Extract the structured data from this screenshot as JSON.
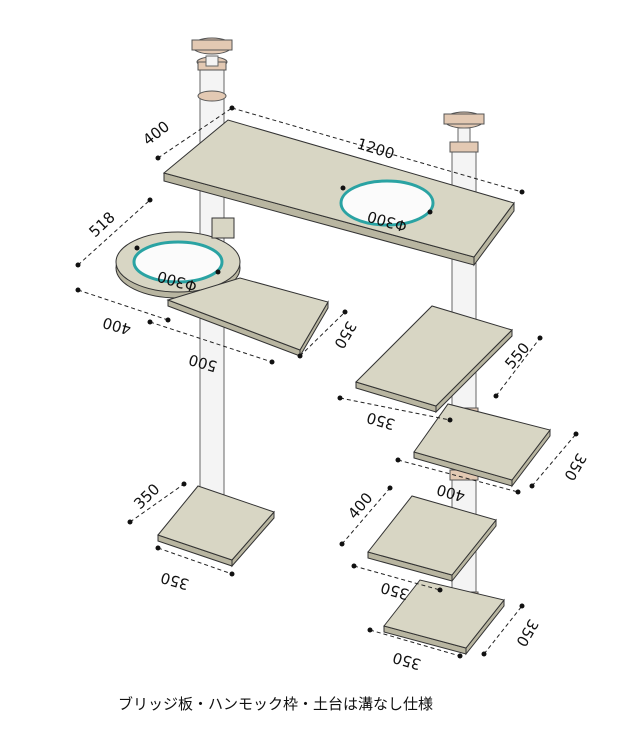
{
  "caption": "ブリッジ板・ハンモック枠・土台は溝なし仕様",
  "dimensions": {
    "bridge_width": "400",
    "bridge_length": "1200",
    "hole_bridge": "Φ300",
    "hammock_offset": "518",
    "hammock_hole": "Φ300",
    "hammock_width": "400",
    "left_shelf_len": "500",
    "left_shelf_w": "350",
    "base_left_a": "350",
    "base_left_b": "350",
    "right_shelf1_len": "550",
    "right_shelf1_w": "350",
    "right_shelf2_len": "400",
    "right_shelf2_w": "350",
    "right_shelf3_len": "400",
    "right_shelf3_w": "350",
    "base_right_a": "350",
    "base_right_b": "350"
  },
  "colors": {
    "board": "#d8d6c4",
    "pole": "#f4f4f4",
    "ring": "#e3c9b3",
    "hole_rim": "#2aa3a3"
  }
}
